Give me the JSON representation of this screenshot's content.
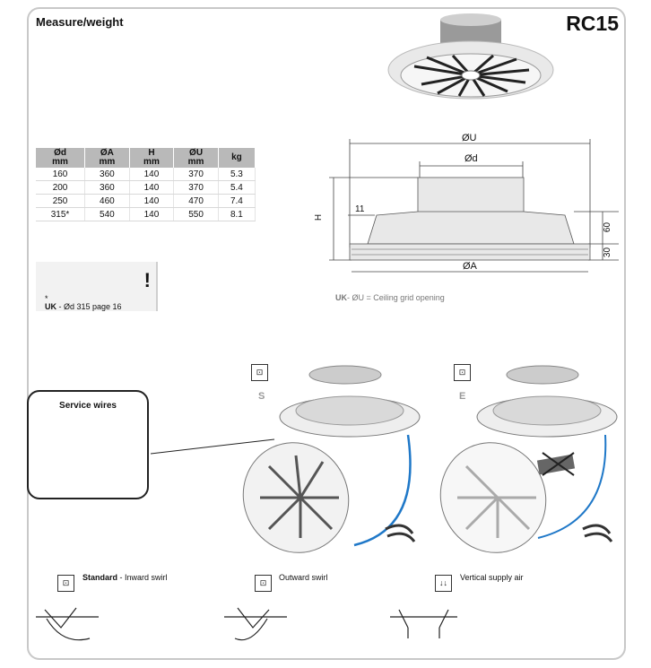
{
  "header": {
    "title": "Measure/weight",
    "model": "RC15"
  },
  "table": {
    "headers": [
      {
        "top": "Ød",
        "bottom": "mm"
      },
      {
        "top": "ØA",
        "bottom": "mm"
      },
      {
        "top": "H",
        "bottom": "mm"
      },
      {
        "top": "ØU",
        "bottom": "mm"
      },
      {
        "top": "kg",
        "bottom": ""
      }
    ],
    "rows": [
      [
        "160",
        "360",
        "140",
        "370",
        "5.3"
      ],
      [
        "200",
        "360",
        "140",
        "370",
        "5.4"
      ],
      [
        "250",
        "460",
        "140",
        "470",
        "7.4"
      ],
      [
        "315*",
        "540",
        "140",
        "550",
        "8.1"
      ]
    ]
  },
  "note": {
    "mark": "!",
    "star": "*",
    "prefix": "UK",
    "text": " - Ød 315 page 16"
  },
  "dimensions": {
    "du": "ØU",
    "dd": "Ød",
    "h": "H",
    "eleven": "11",
    "sixty": "60",
    "thirty": "30",
    "da": "ØA"
  },
  "uk_note": {
    "prefix": "UK",
    "text": "- ØU = Ceiling grid opening"
  },
  "service_wires": "Service wires",
  "modes": {
    "s_letter": "S",
    "e_letter": "E",
    "standard_bold": "Standard",
    "standard_rest": " - Inward swirl",
    "outward": "Outward swirl",
    "vertical": "Vertical supply air"
  },
  "colors": {
    "arrow_blue": "#1f78c8",
    "frame": "#c8c8c8",
    "table_header": "#b9b9b9"
  }
}
